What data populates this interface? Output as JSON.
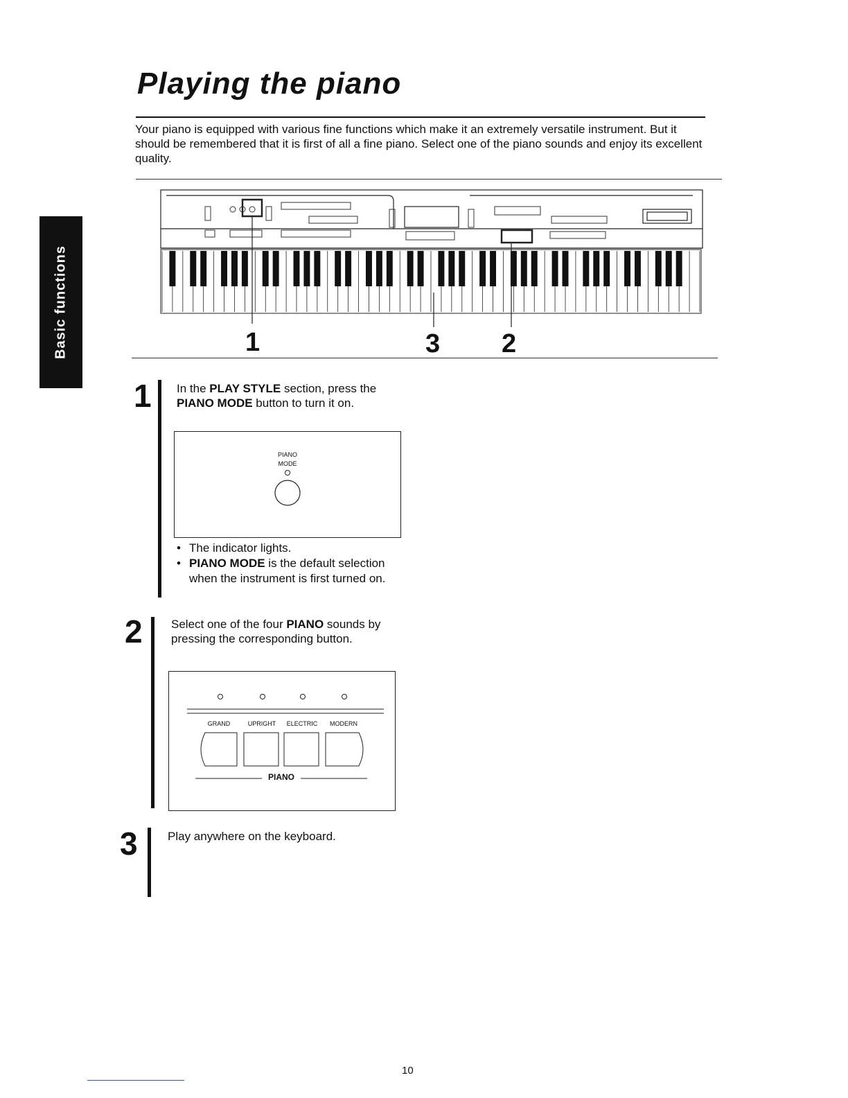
{
  "page": {
    "title": "Playing the piano",
    "intro": "Your piano is equipped with various fine functions which make it an extremely versatile instrument. But it should be remembered that it is first of all a fine piano. Select one of the piano sounds and enjoy its excellent quality.",
    "side_tab": "Basic functions",
    "page_number": "10"
  },
  "figure": {
    "callouts": [
      "1",
      "3",
      "2"
    ]
  },
  "steps": [
    {
      "number": "1",
      "text_parts": [
        "In the ",
        "PLAY STYLE",
        " section, press the ",
        "PIANO MODE",
        " button to turn it on."
      ],
      "panel": {
        "line1": "PIANO",
        "line2": "MODE"
      },
      "bullets": [
        {
          "text": "The indicator lights."
        },
        {
          "bold": "PIANO MODE",
          "text": " is the default selection when the instrument is first turned on."
        }
      ]
    },
    {
      "number": "2",
      "text_parts": [
        "Select one of the four ",
        "PIANO",
        " sounds by pressing the corresponding button."
      ],
      "panel": {
        "buttons": [
          "GRAND",
          "UPRIGHT",
          "ELECTRIC",
          "MODERN"
        ],
        "group_label": "PIANO"
      }
    },
    {
      "number": "3",
      "text": "Play anywhere on the keyboard."
    }
  ]
}
